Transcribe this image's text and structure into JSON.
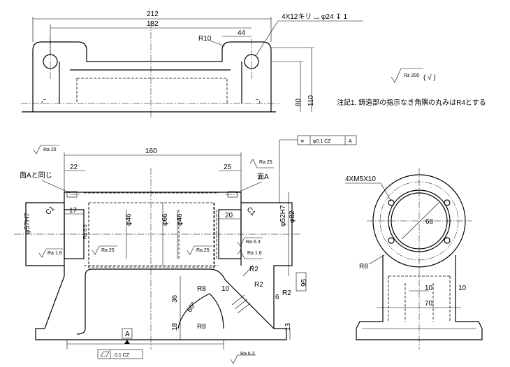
{
  "top_view": {
    "dim_overall": "212",
    "dim_holes": "182",
    "dim_hole_offset": "44",
    "radius_corner": "R10",
    "hole_callout": "4X12キリ ⌴ φ24 ↧ 1",
    "dim_height_80": "80",
    "dim_height_110": "110"
  },
  "notes": {
    "surface_symbol_value": "Rz 200",
    "surface_symbol_paren": "( √ )",
    "note1": "注記1. 鋳造部の指示なき角隅の丸みはR4とする"
  },
  "front_view": {
    "gdt_symbol": "⌖",
    "gdt_tolerance": "φ0.1 CZ",
    "gdt_datum": "A",
    "dim_160": "160",
    "dim_22": "22",
    "dim_25": "25",
    "dim_17": "17",
    "dim_20": "20",
    "chamfer_left": "C1",
    "chamfer_right": "C1",
    "face_a_same": "面Aと同じ",
    "face_a": "面A",
    "dia_57h7": "φ57H7",
    "dia_46_left": "φ46",
    "dia_66": "φ66",
    "dia_46_right": "φ46",
    "dia_52h7": "φ52H7",
    "dia_82": "φ82",
    "ra_25_a": "Ra 25",
    "ra_25_b": "Ra 25",
    "ra_25_c": "Ra 25",
    "ra_25_d": "Ra 25",
    "ra_63_a": "Ra 6.3",
    "ra_63_b": "Ra 6.3",
    "ra_63_c": "Ra 6.3",
    "ra_16_a": "Ra 1.6",
    "ra_16_b": "Ra 1.6",
    "r8_a": "R8",
    "r8_b": "R8",
    "r2_a": "R2",
    "r2_b": "R2",
    "r2_c": "R2",
    "dim_10": "10",
    "dim_6": "6",
    "dim_36": "36",
    "dim_18": "18",
    "dim_13": "13",
    "dim_95": "95",
    "angle_60": "60°",
    "datum_box": "A",
    "flatness_tol": "0.1 CZ"
  },
  "side_view": {
    "thread_callout": "4XM5X10",
    "dim_68": "68",
    "r8": "R8",
    "dim_10_left": "10",
    "dim_10_right": "10",
    "dim_70": "70"
  }
}
